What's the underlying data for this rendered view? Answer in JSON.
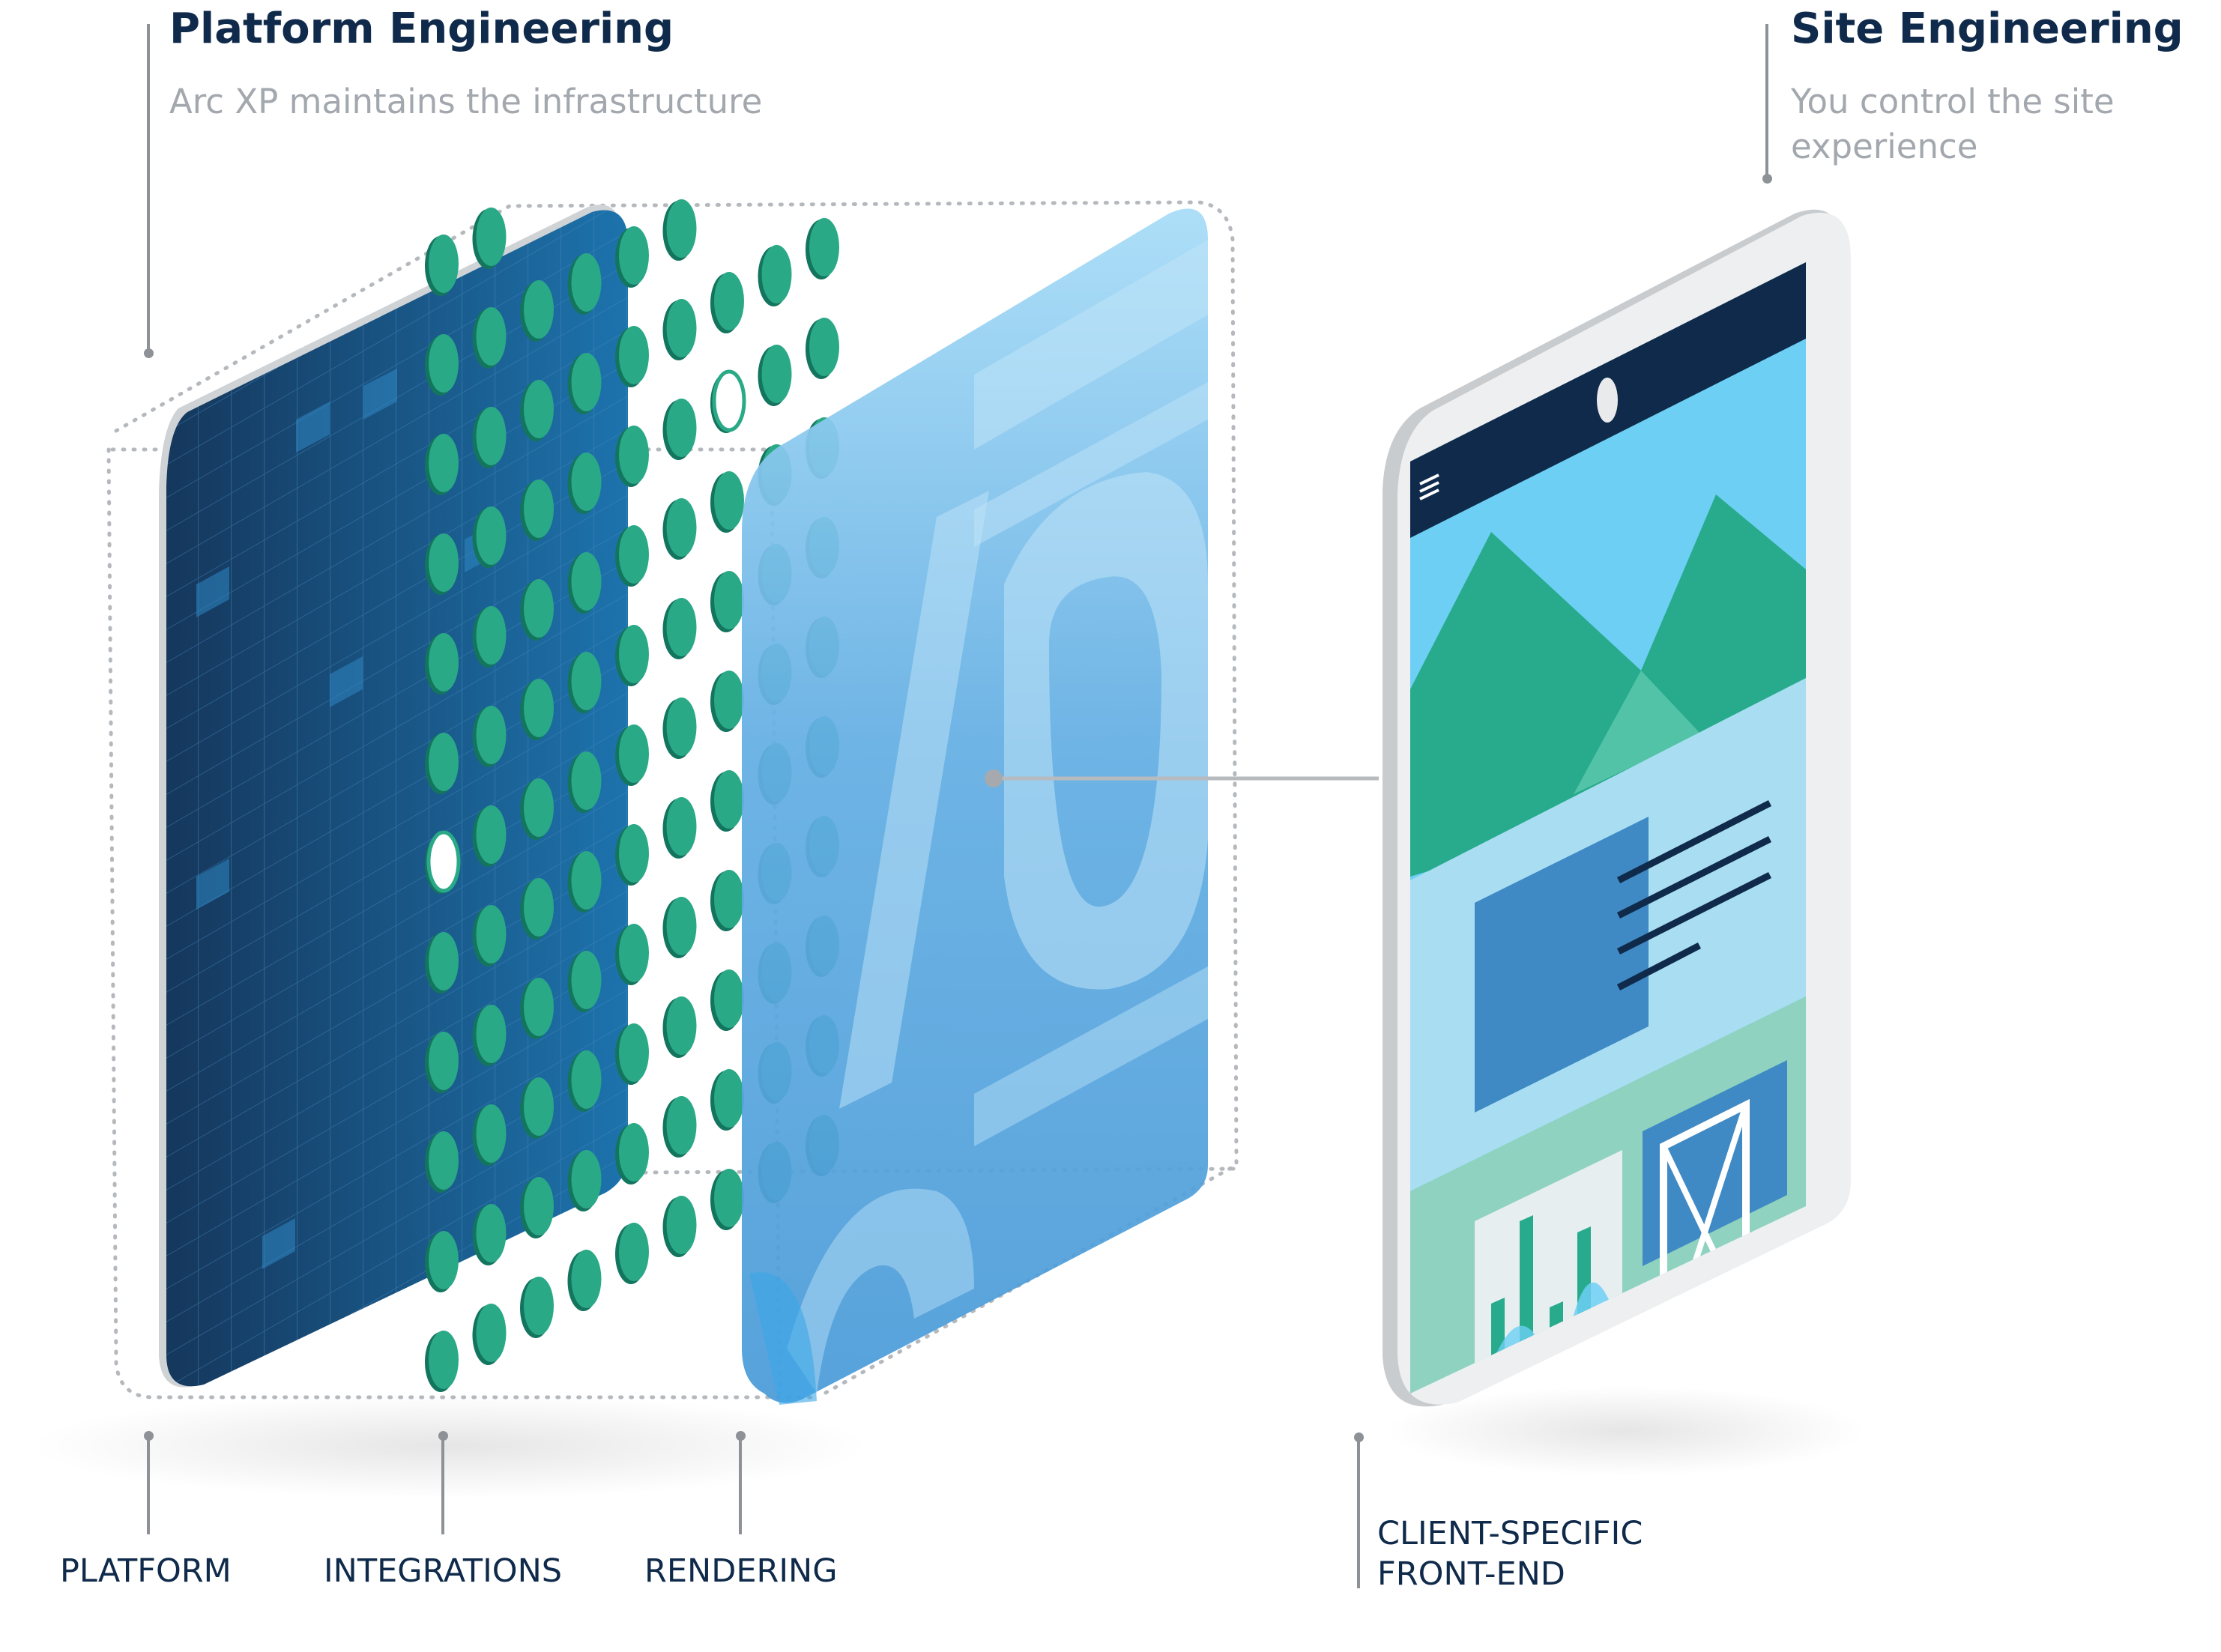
{
  "platform_engineering": {
    "title": "Platform Engineering",
    "subtitle": "Arc XP maintains the infrastructure"
  },
  "site_engineering": {
    "title": "Site Engineering",
    "subtitle": "You control the site experience"
  },
  "layers": {
    "platform": "PLATFORM",
    "integrations": "INTEGRATIONS",
    "rendering": "RENDERING",
    "frontend": "CLIENT-SPECIFIC FRONT-END"
  },
  "colors": {
    "navy": "#0f2a4a",
    "platform_blue": "#1c4f7e",
    "integration_green": "#2aa987",
    "rendering_blue": "#5aa2dc",
    "sky": "#6dcff4",
    "mountain_green": "#27ab8c",
    "leader_gray": "#8e9297"
  },
  "icons": [
    "hamburger-menu-icon",
    "image-placeholder-icon",
    "bar-chart-icon"
  ]
}
